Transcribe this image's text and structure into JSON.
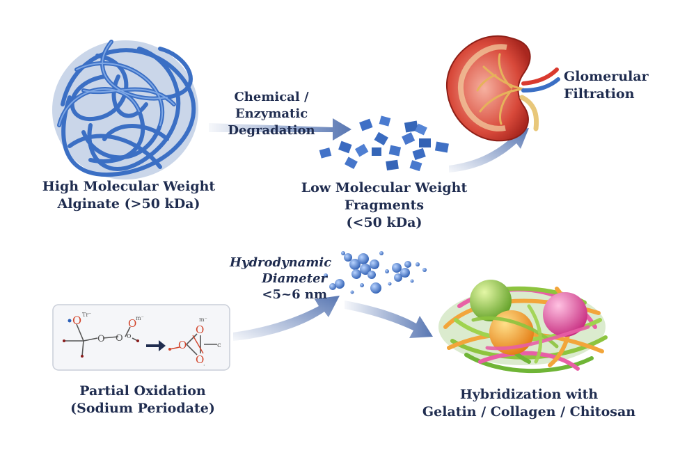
{
  "labels": {
    "hmw_line1": "High Molecular Weight",
    "hmw_line2": "Alginate (>50 kDa)",
    "degradation_line1": "Chemical / Enzymatic",
    "degradation_line2": "Degradation",
    "lmw_line1": "Low Molecular Weight",
    "lmw_line2": "Fragments",
    "lmw_line3": "(<50 kDa)",
    "glomerular_line1": "Glomerular",
    "glomerular_line2": "Filtration",
    "hydro_line1": "Hydrodynamic",
    "hydro_line2": "Diameter",
    "hydro_line3": "<5~6 nm",
    "oxidation_line1": "Partial Oxidation",
    "oxidation_line2": "(Sodium Periodate)",
    "hybrid_line1": "Hybridization with",
    "hybrid_line2": "Gelatin / Collagen / Chitosan"
  },
  "chem_labels": {
    "o1": "O",
    "o1_sup": "Tr⁻",
    "o2": "O",
    "o3": "O",
    "o3_sup": "m⁻",
    "o4": "O",
    "o5": "O",
    "o5_sup": "m⁻",
    "o6": "O",
    "o7": "O",
    "small_o": "o",
    "small_c": "c",
    "dot": "·"
  },
  "colors": {
    "polymer_blue": "#3b6fc4",
    "arrow_blue": "#4f6fae",
    "text_navy": "#1f2c4f",
    "oxygen_red": "#d2452c",
    "sphere_green": "#8dc43f",
    "sphere_orange": "#f39b1f",
    "sphere_pink": "#e0479a"
  },
  "icons": [
    "polymer-coil-icon",
    "fragment-cubes-icon",
    "kidney-icon",
    "nanoparticle-cluster-icon",
    "molecule-diagram-icon",
    "hybrid-ball-icon"
  ]
}
